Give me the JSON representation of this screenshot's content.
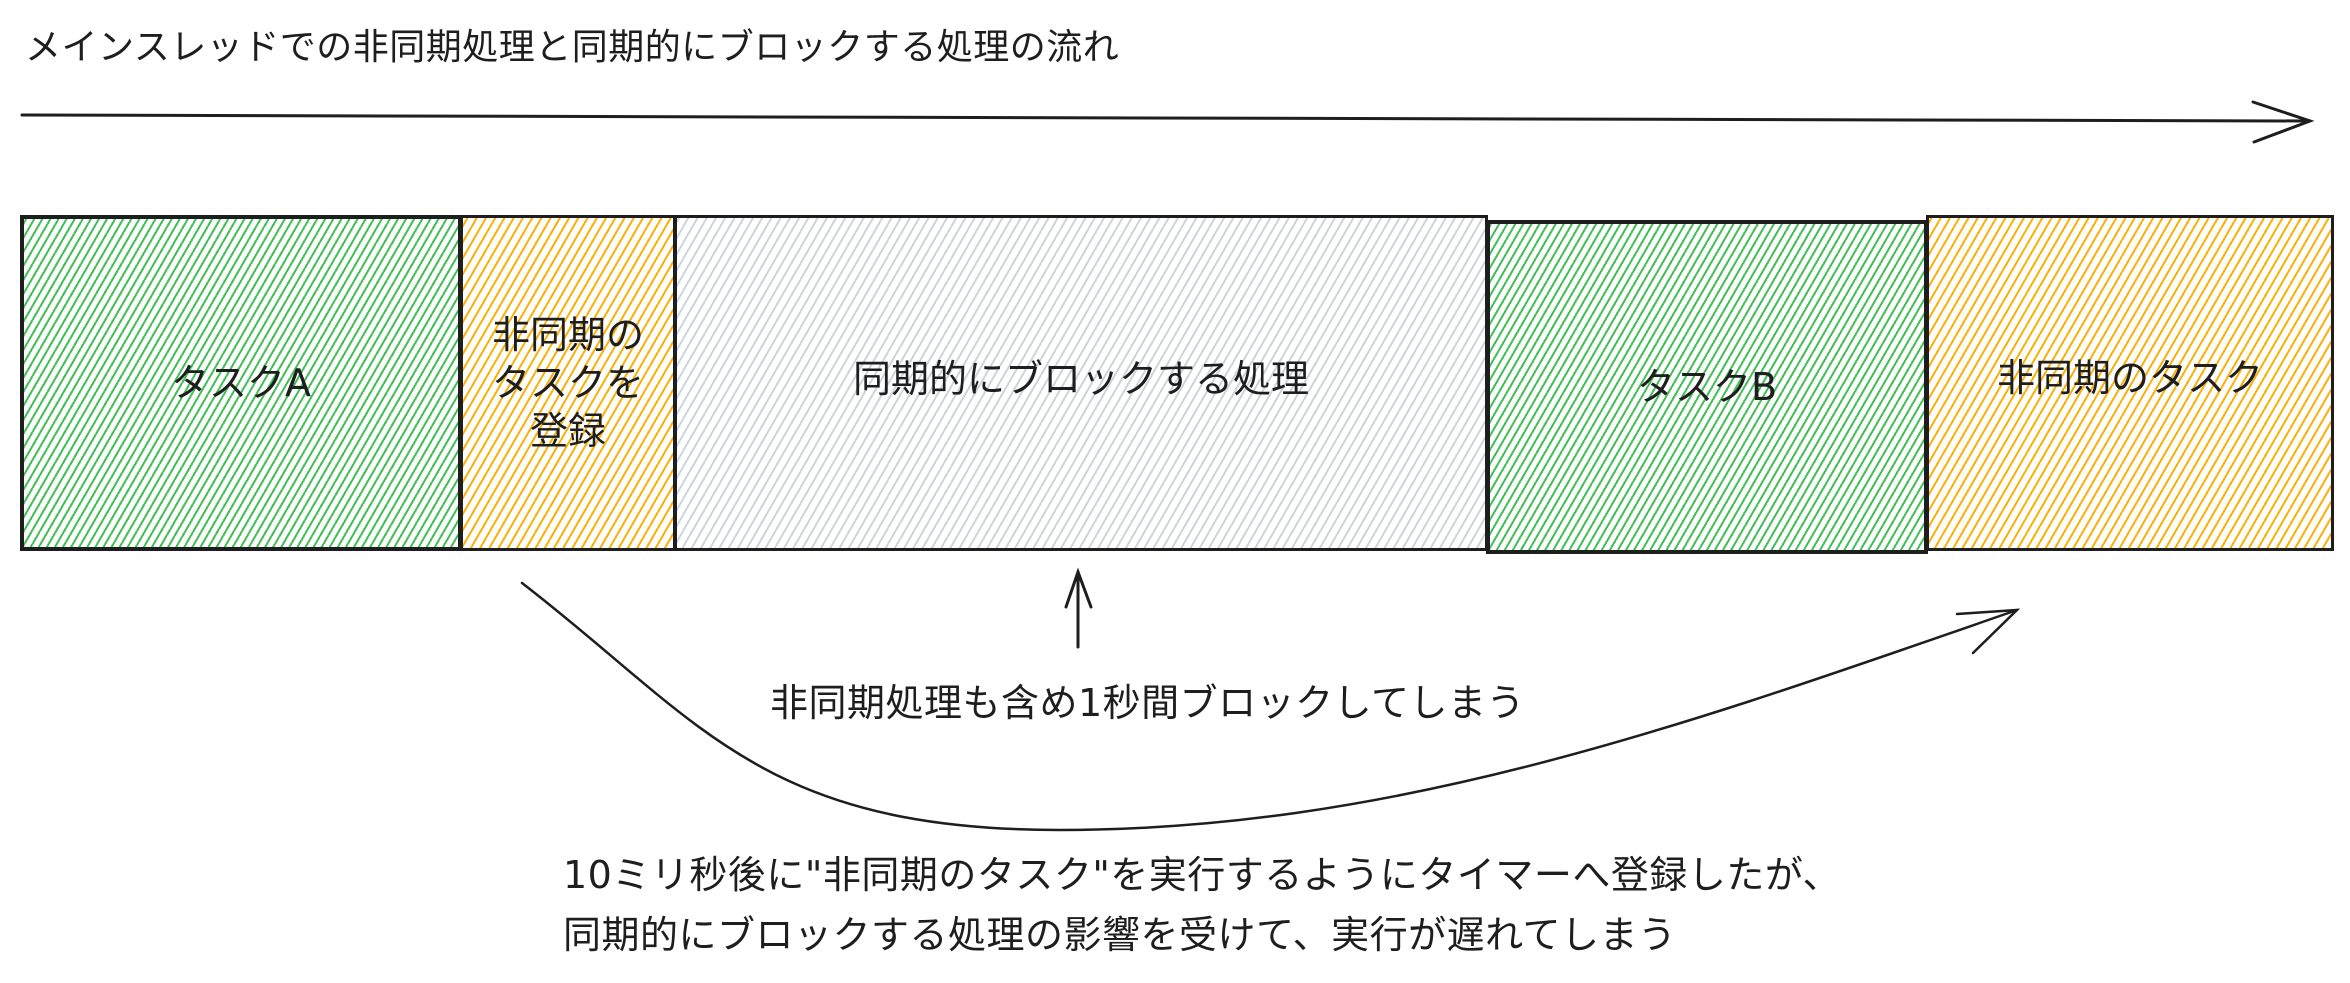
{
  "title": "メインスレッドでの非同期処理と同期的にブロックする処理の流れ",
  "colors": {
    "stroke": "#1e1e1e",
    "green": "#40c057",
    "orange": "#fab005",
    "gray": "#ced4da"
  },
  "timeline_boxes": [
    {
      "id": "task-a",
      "label": "タスクA",
      "fill": "green"
    },
    {
      "id": "register-async",
      "lines": [
        "非同期の",
        "タスクを",
        "登録"
      ],
      "fill": "orange"
    },
    {
      "id": "blocking",
      "label": "同期的にブロックする処理",
      "fill": "gray"
    },
    {
      "id": "task-b",
      "label": "タスクB",
      "fill": "green"
    },
    {
      "id": "async-task",
      "label": "非同期のタスク",
      "fill": "orange"
    }
  ],
  "annotations": {
    "blocking_note": "非同期処理も含め1秒間ブロックしてしまう",
    "timer_note_line1": "10ミリ秒後に\"非同期のタスク\"を実行するようにタイマーへ登録したが、",
    "timer_note_line2": "同期的にブロックする処理の影響を受けて、実行が遅れてしまう"
  }
}
